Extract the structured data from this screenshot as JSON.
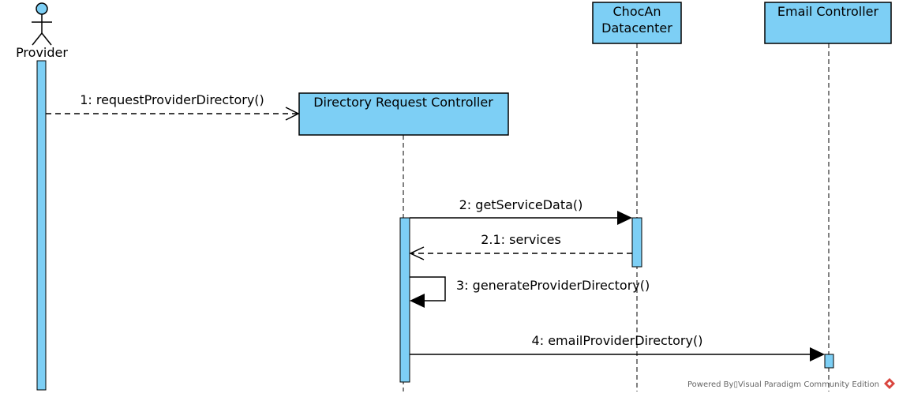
{
  "colors": {
    "fill": "#7dcff5",
    "stroke": "#000000",
    "watermark": "#666666",
    "logo": "#d9453e"
  },
  "actor": {
    "name": "Provider"
  },
  "lifelines": {
    "directory": {
      "name": "Directory Request Controller"
    },
    "chocan": {
      "line1": "ChocAn",
      "line2": "Datacenter"
    },
    "email": {
      "name": "Email Controller"
    }
  },
  "messages": {
    "m1": "1: requestProviderDirectory()",
    "m2": "2: getServiceData()",
    "m21": "2.1: services",
    "m3": "3: generateProviderDirectory()",
    "m4": "4: emailProviderDirectory()"
  },
  "watermark": {
    "text": "Powered By▯Visual Paradigm Community Edition",
    "icon": "visual-paradigm-logo"
  }
}
